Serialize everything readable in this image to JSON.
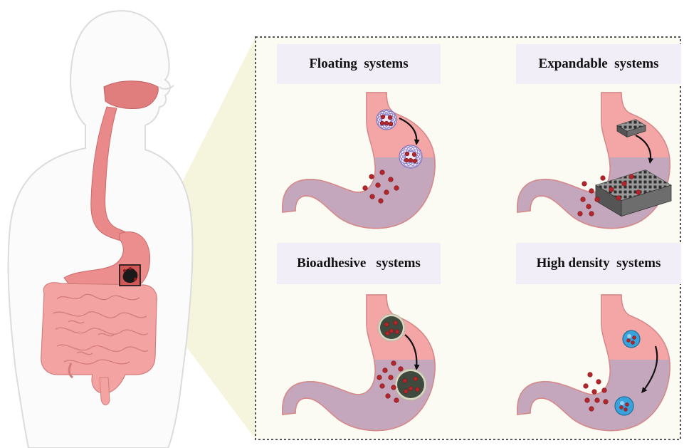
{
  "panels": [
    {
      "label": "Floating  systems",
      "kind": "floating"
    },
    {
      "label": "Expandable  systems",
      "kind": "expandable"
    },
    {
      "label": "Bioadhesive   systems",
      "kind": "bioadhesive"
    },
    {
      "label": "High density  systems",
      "kind": "highdensity"
    }
  ],
  "colors": {
    "stomach_upper": "#f4a6a6",
    "stomach_lower": "#c4a7bd",
    "stomach_outline": "#d68a8a",
    "particle": "#b3262b",
    "mucoadhesive": "#3f4a3e",
    "density_bead": "#3aa2da",
    "label_bg": "#f1eef8",
    "highlight_wedge": "#f5f5dd",
    "frame": "#555555"
  }
}
